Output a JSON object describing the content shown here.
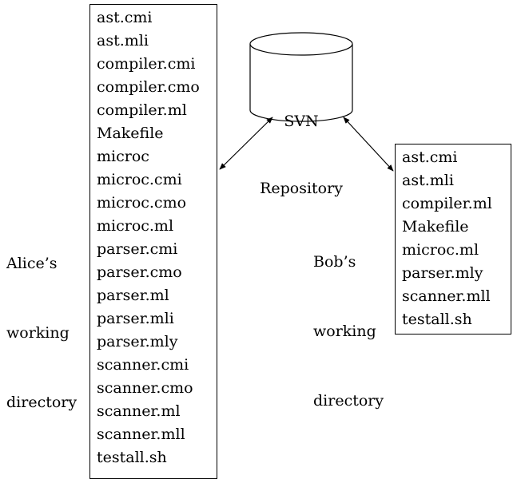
{
  "repository": {
    "line1": "SVN",
    "line2": "Repository"
  },
  "alice": {
    "label": [
      "Alice’s",
      "working",
      "directory"
    ],
    "files": [
      "ast.cmi",
      "ast.mli",
      "compiler.cmi",
      "compiler.cmo",
      "compiler.ml",
      "Makefile",
      "microc",
      "microc.cmi",
      "microc.cmo",
      "microc.ml",
      "parser.cmi",
      "parser.cmo",
      "parser.ml",
      "parser.mli",
      "parser.mly",
      "scanner.cmi",
      "scanner.cmo",
      "scanner.ml",
      "scanner.mll",
      "testall.sh"
    ]
  },
  "bob": {
    "label": [
      "Bob’s",
      "working",
      "directory"
    ],
    "files": [
      "ast.cmi",
      "ast.mli",
      "compiler.ml",
      "Makefile",
      "microc.ml",
      "parser.mly",
      "scanner.mll",
      "testall.sh"
    ]
  }
}
